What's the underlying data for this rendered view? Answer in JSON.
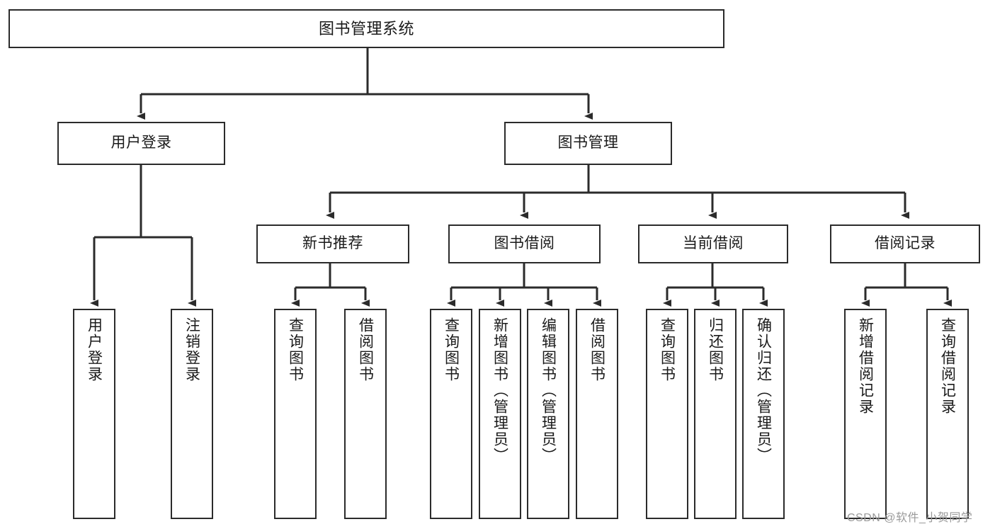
{
  "diagram": {
    "title_box": {
      "label": "图书管理系统"
    },
    "level1": [
      {
        "id": "user-login",
        "label": "用户登录"
      },
      {
        "id": "book-management",
        "label": "图书管理"
      }
    ],
    "level2": [
      {
        "id": "new-book-recommend",
        "label": "新书推荐",
        "parent": "book-management"
      },
      {
        "id": "book-borrow",
        "label": "图书借阅",
        "parent": "book-management"
      },
      {
        "id": "current-borrow",
        "label": "当前借阅",
        "parent": "book-management"
      },
      {
        "id": "borrow-record",
        "label": "借阅记录",
        "parent": "book-management"
      }
    ],
    "leaves": [
      {
        "id": "leaf-user-login",
        "label": "用户登录",
        "parent": "user-login"
      },
      {
        "id": "leaf-logout-login",
        "label": "注销登录",
        "parent": "user-login"
      },
      {
        "id": "leaf-query-book-1",
        "label": "查询图书",
        "parent": "new-book-recommend"
      },
      {
        "id": "leaf-borrow-book-1",
        "label": "借阅图书",
        "parent": "new-book-recommend"
      },
      {
        "id": "leaf-query-book-2",
        "label": "查询图书",
        "parent": "book-borrow"
      },
      {
        "id": "leaf-add-book",
        "label": "新增图书（管理员）",
        "parent": "book-borrow"
      },
      {
        "id": "leaf-edit-book",
        "label": "编辑图书（管理员）",
        "parent": "book-borrow"
      },
      {
        "id": "leaf-borrow-book-2",
        "label": "借阅图书",
        "parent": "book-borrow"
      },
      {
        "id": "leaf-query-book-3",
        "label": "查询图书",
        "parent": "current-borrow"
      },
      {
        "id": "leaf-return-book",
        "label": "归还图书",
        "parent": "current-borrow"
      },
      {
        "id": "leaf-confirm-return",
        "label": "确认归还（管理员）",
        "parent": "current-borrow"
      },
      {
        "id": "leaf-add-record",
        "label": "新增借阅记录",
        "parent": "borrow-record"
      },
      {
        "id": "leaf-query-record",
        "label": "查询借阅记录",
        "parent": "borrow-record"
      }
    ],
    "watermark": "CSDN @软件_小贺同学",
    "colors": {
      "stroke": "#2b2b2b",
      "background": "#ffffff",
      "text": "#1a1a1a",
      "watermark": "#9a9a9a"
    }
  }
}
